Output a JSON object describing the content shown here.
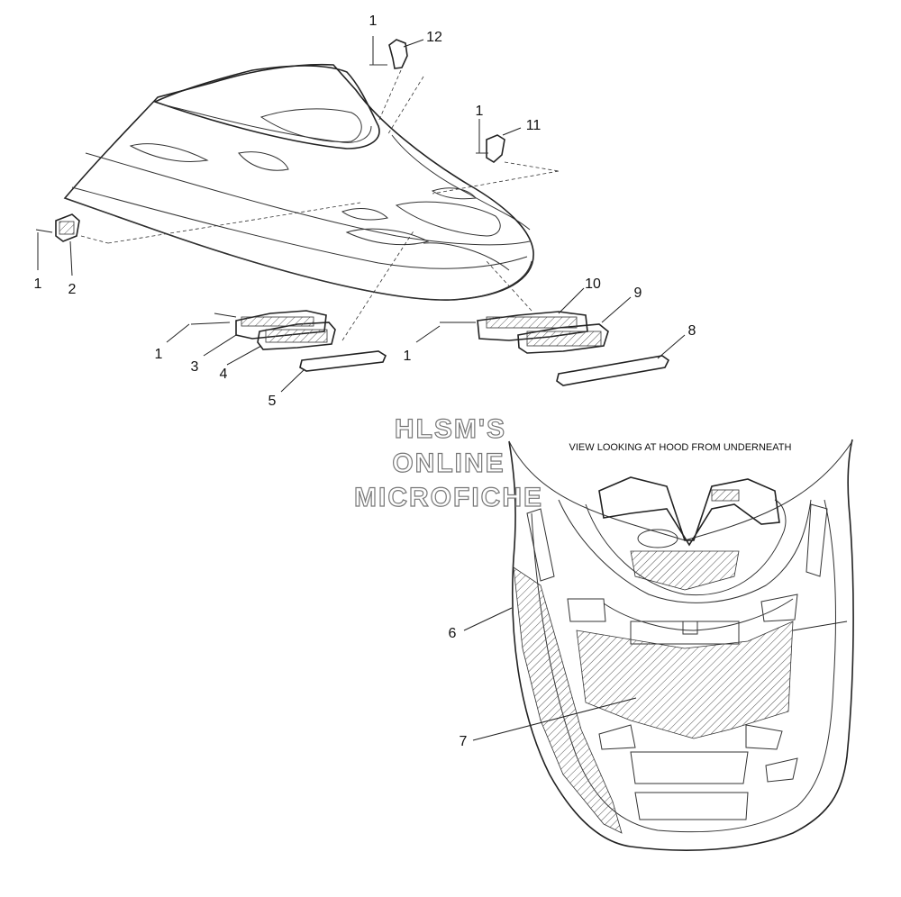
{
  "watermark": {
    "line1": "HLSM'S",
    "line2": "ONLINE",
    "line3": "MICROFICHE"
  },
  "underneath_note": "VIEW LOOKING AT HOOD FROM UNDERNEATH",
  "callouts": {
    "c1_top": "1",
    "c12": "12",
    "c1_right_top": "1",
    "c11": "11",
    "c1_left": "1",
    "c2": "2",
    "c1_mid_left": "1",
    "c3": "3",
    "c4": "4",
    "c5": "5",
    "c1_mid_right": "1",
    "c10": "10",
    "c9": "9",
    "c8": "8",
    "c6": "6",
    "c7": "7"
  },
  "colors": {
    "line": "#222222",
    "background": "#ffffff",
    "hatch": "#555555"
  }
}
